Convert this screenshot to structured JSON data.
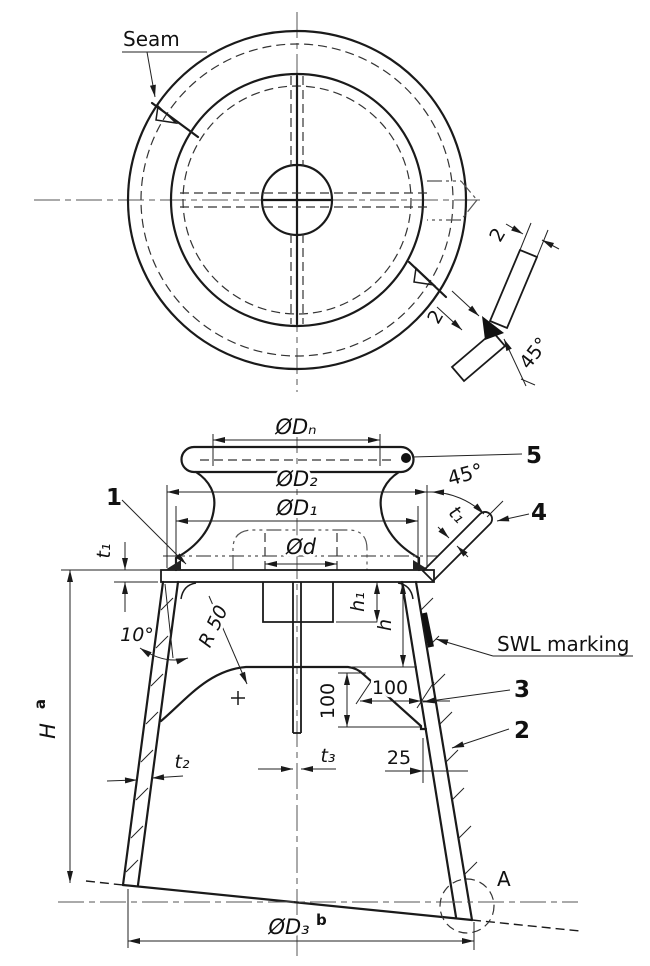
{
  "colors": {
    "background": "#ffffff",
    "line": "#1a1a1a",
    "centerline": "#555555"
  },
  "top_view": {
    "seam": "Seam"
  },
  "weld_detail": {
    "gap_top": "2",
    "gap_side": "2",
    "bevel": "45°"
  },
  "dims": {
    "dn": "ØDₙ",
    "d2": "ØD₂",
    "d1": "ØD₁",
    "d": "Ød",
    "d3": "ØD₃",
    "d3_note": "b",
    "H": "H",
    "H_note": "a",
    "t1": "t₁",
    "t1_bar": "t₁",
    "t2": "t₂",
    "t3": "t₃",
    "h": "h",
    "h1": "h₁",
    "r50": "R 50",
    "a45": "45°",
    "a10": "10°",
    "v100": "100",
    "h100": "100",
    "n25": "25"
  },
  "items": {
    "i1": "1",
    "i2": "2",
    "i3": "3",
    "i4": "4",
    "i5": "5"
  },
  "notes": {
    "swl": "SWL marking",
    "detail": "A"
  }
}
